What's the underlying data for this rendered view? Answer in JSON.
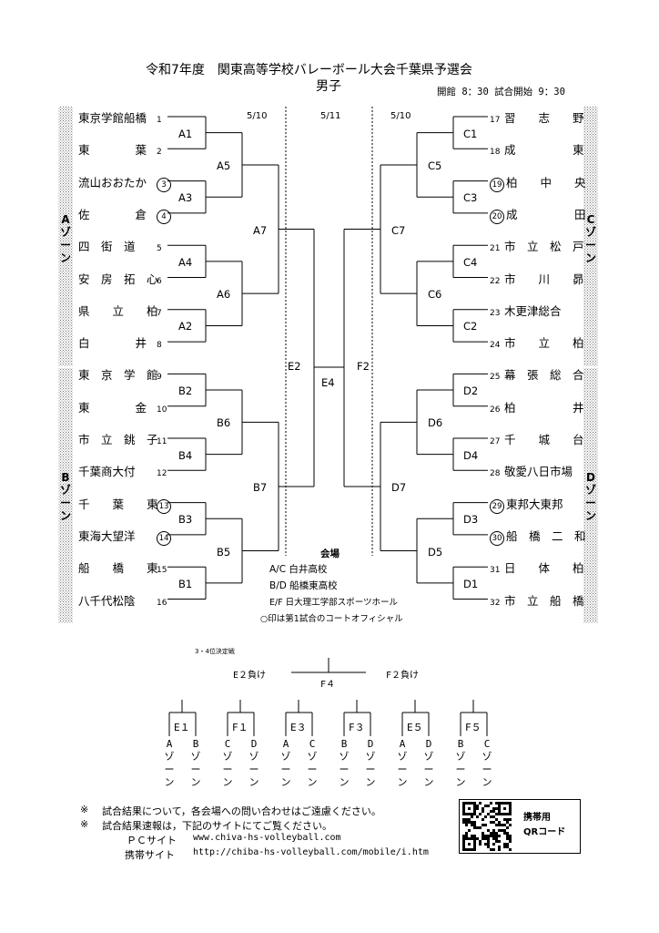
{
  "header": {
    "title": "令和7年度　関東高等学校バレーボール大会千葉県予選会",
    "subtitle": "男子",
    "schedule": "開館 8：30 試合開始 9：30"
  },
  "dates": {
    "left": "5/10",
    "center": "5/11",
    "right": "5/10"
  },
  "zones": {
    "a": "Aゾーン",
    "b": "Bゾーン",
    "c": "Cゾーン",
    "d": "Dゾーン"
  },
  "left_teams": [
    {
      "name": "東京学館船橋",
      "seed": "1",
      "circled": false
    },
    {
      "name": "東　　　　葉",
      "seed": "2",
      "circled": false
    },
    {
      "name": "流山おおたか",
      "seed": "3",
      "circled": true
    },
    {
      "name": "佐　　　　倉",
      "seed": "4",
      "circled": true
    },
    {
      "name": "四　街　道",
      "seed": "5",
      "circled": false
    },
    {
      "name": "安　房　拓　心",
      "seed": "6",
      "circled": false
    },
    {
      "name": "県　　立　　柏",
      "seed": "7",
      "circled": false
    },
    {
      "name": "白　　　　井",
      "seed": "8",
      "circled": false
    },
    {
      "name": "東　京　学　館",
      "seed": "9",
      "circled": false
    },
    {
      "name": "東　　　　金",
      "seed": "10",
      "circled": false
    },
    {
      "name": "市　立　銚　子",
      "seed": "11",
      "circled": false
    },
    {
      "name": "千葉商大付",
      "seed": "12",
      "circled": false
    },
    {
      "name": "千　　葉　　東",
      "seed": "13",
      "circled": true
    },
    {
      "name": "東海大望洋",
      "seed": "14",
      "circled": true
    },
    {
      "name": "船　　橋　　東",
      "seed": "15",
      "circled": false
    },
    {
      "name": "八千代松陰",
      "seed": "16",
      "circled": false
    }
  ],
  "right_teams": [
    {
      "name": "習　　志　　野",
      "seed": "17",
      "circled": false
    },
    {
      "name": "成　　　　　東",
      "seed": "18",
      "circled": false
    },
    {
      "name": "柏　　中　　央",
      "seed": "19",
      "circled": true
    },
    {
      "name": "成　　　　　田",
      "seed": "20",
      "circled": true
    },
    {
      "name": "市　立　松　戸",
      "seed": "21",
      "circled": false
    },
    {
      "name": "市　　川　　昴",
      "seed": "22",
      "circled": false
    },
    {
      "name": "木更津総合",
      "seed": "23",
      "circled": false
    },
    {
      "name": "市　　立　　柏",
      "seed": "24",
      "circled": false
    },
    {
      "name": "幕　張　総　合",
      "seed": "25",
      "circled": false
    },
    {
      "name": "柏　　　　　井",
      "seed": "26",
      "circled": false
    },
    {
      "name": "千　　城　　台",
      "seed": "27",
      "circled": false
    },
    {
      "name": "敬愛八日市場",
      "seed": "28",
      "circled": false
    },
    {
      "name": "東邦大東邦",
      "seed": "29",
      "circled": true
    },
    {
      "name": "船　橋　二　和",
      "seed": "30",
      "circled": true
    },
    {
      "name": "日　　体　　柏",
      "seed": "31",
      "circled": false
    },
    {
      "name": "市　立　船　橋",
      "seed": "32",
      "circled": false
    }
  ],
  "matches": {
    "A1": "A1",
    "A2": "A2",
    "A3": "A3",
    "A4": "A4",
    "A5": "A5",
    "A6": "A6",
    "A7": "A7",
    "B1": "B1",
    "B2": "B2",
    "B3": "B3",
    "B4": "B4",
    "B5": "B5",
    "B6": "B6",
    "B7": "B7",
    "C1": "C1",
    "C2": "C2",
    "C3": "C3",
    "C4": "C4",
    "C5": "C5",
    "C6": "C6",
    "C7": "C7",
    "D1": "D1",
    "D2": "D2",
    "D3": "D3",
    "D4": "D4",
    "D5": "D5",
    "D6": "D6",
    "D7": "D7",
    "E2": "E2",
    "E4": "E4",
    "F2": "F2"
  },
  "venue": {
    "heading": "会場",
    "lines": [
      "A/C 白井高校",
      "B/D 船橋東高校",
      "E/F 日大理工学部スポーツホール",
      "○印は第1試合のコートオフィシャル"
    ]
  },
  "third_place": {
    "heading": "3・4位決定戦",
    "left": "E２負け",
    "right": "F２負け",
    "match": "F４"
  },
  "mini_matches": [
    {
      "label": "E１",
      "left": "Aゾーン",
      "right": "Bゾーン"
    },
    {
      "label": "F１",
      "left": "Cゾーン",
      "right": "Dゾーン"
    },
    {
      "label": "E３",
      "left": "Aゾーン",
      "right": "Cゾーン"
    },
    {
      "label": "F３",
      "left": "Bゾーン",
      "right": "Dゾーン"
    },
    {
      "label": "E５",
      "left": "Aゾーン",
      "right": "Dゾーン"
    },
    {
      "label": "F５",
      "left": "Bゾーン",
      "right": "Cゾーン"
    }
  ],
  "notes": {
    "mark1": "※",
    "line1": "試合結果について，各会場への問い合わせはご遠慮ください。",
    "mark2": "※",
    "line2": "試合結果速報は，下記のサイトにてご覧ください。",
    "pc_label": "ＰＣサイト",
    "pc_url": "www.chiva-hs-volleyball.com",
    "mobile_label": "携帯サイト",
    "mobile_url": "http://chiba-hs-volleyball.com/mobile/i.htm"
  },
  "qr": {
    "label1": "携帯用",
    "label2": "QRコード"
  }
}
